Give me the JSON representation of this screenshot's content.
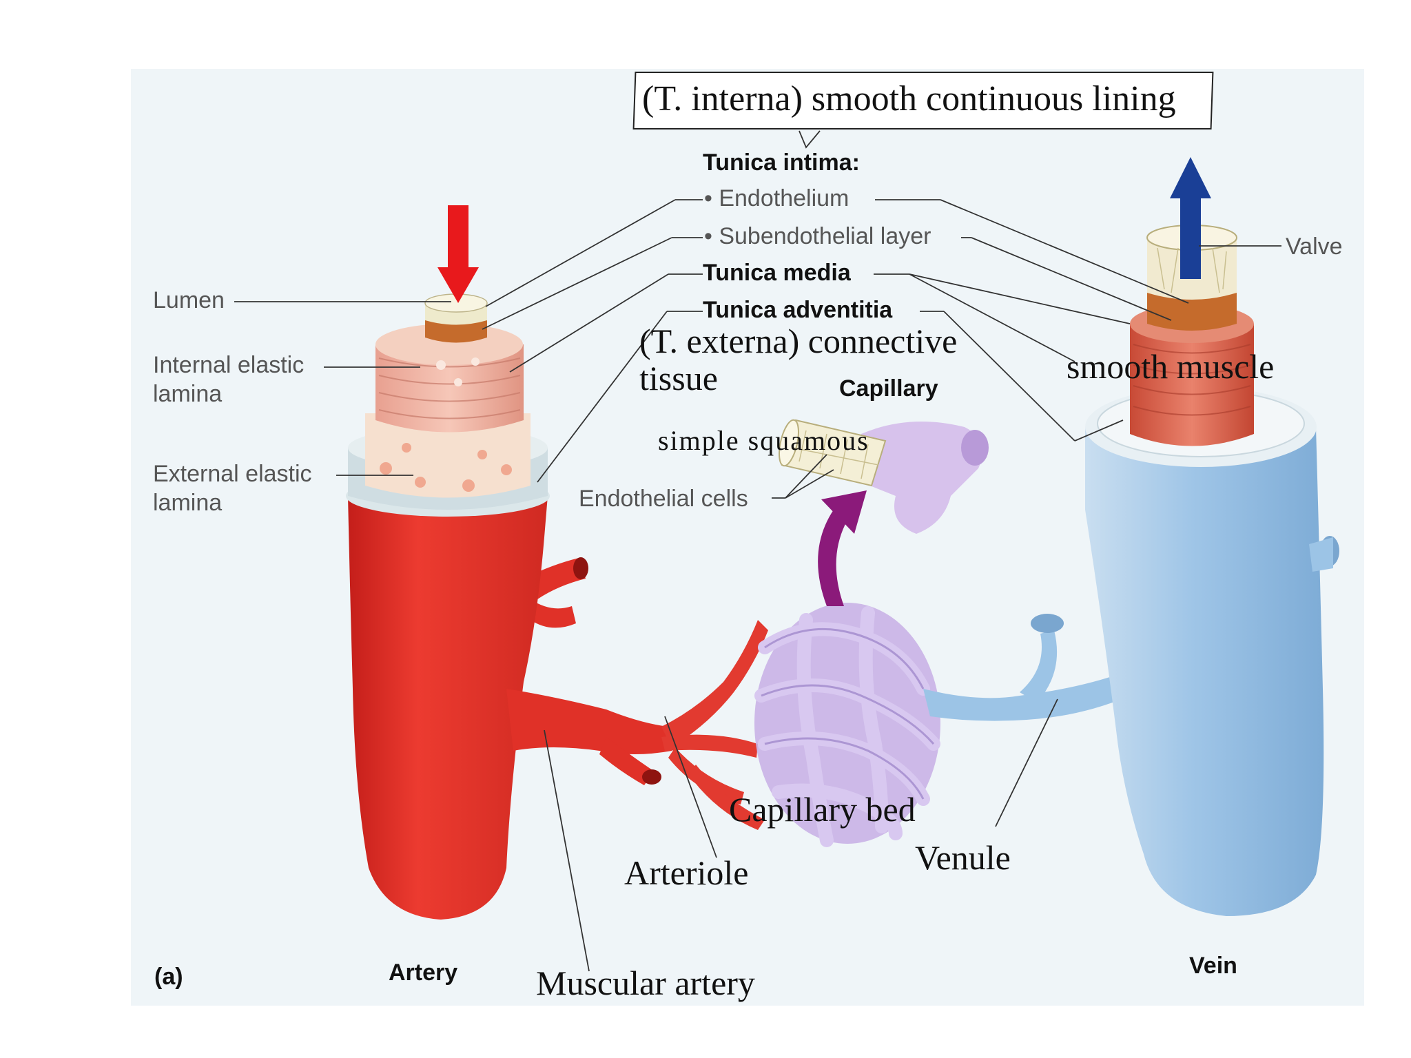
{
  "callout": {
    "text": "(T. interna) smooth continuous lining"
  },
  "labels": {
    "tunica_intima": "Tunica intima:",
    "endothelium": "• Endothelium",
    "subendothelial": "• Subendothelial layer",
    "tunica_media": "Tunica media",
    "tunica_adventitia": "Tunica adventitia",
    "lumen": "Lumen",
    "internal_elastic_1": "Internal elastic",
    "internal_elastic_2": "lamina",
    "external_elastic_1": "External elastic",
    "external_elastic_2": "lamina",
    "valve": "Valve",
    "capillary": "Capillary",
    "endothelial_cells": "Endothelial cells",
    "panel_letter": "(a)",
    "artery": "Artery",
    "vein": "Vein"
  },
  "annotations": {
    "t_externa_1": "(T. externa) connective",
    "t_externa_2": "tissue",
    "smooth_muscle": "smooth muscle",
    "simple_squamous": "simple squamous",
    "capillary_bed": "Capillary bed",
    "arteriole": "Arteriole",
    "venule": "Venule",
    "muscular_artery": "Muscular artery"
  },
  "colors": {
    "artery": "#e8342c",
    "vein": "#9cc4e6",
    "capillary": "#c3a9e2",
    "down_arrow": "#e8191c",
    "up_arrow": "#1a3f96",
    "purple_arrow": "#8b1a7a"
  }
}
